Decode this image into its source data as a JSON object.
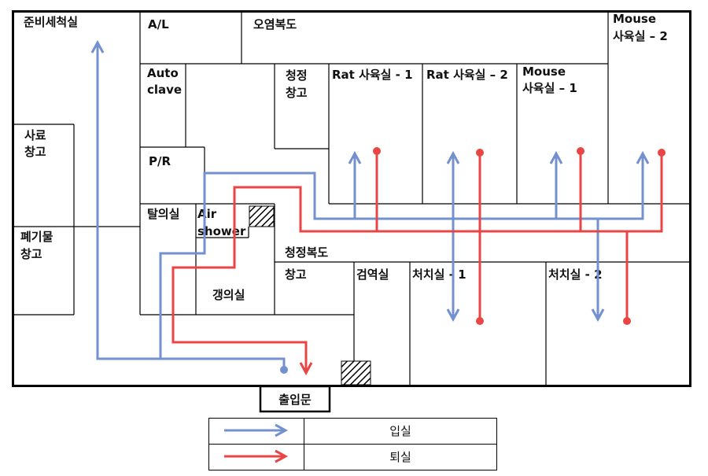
{
  "rooms": {
    "prep_wash": "준비세척실",
    "al": "A/L",
    "contam_corridor": "오염복도",
    "mouse2_l1": "Mouse",
    "mouse2_l2": "사육실 – 2",
    "autoclave_l1": "Auto",
    "autoclave_l2": "clave",
    "clean_storage_l1": "청정",
    "clean_storage_l2": "창고",
    "rat1": "Rat 사육실 - 1",
    "rat2": "Rat 사육실 – 2",
    "mouse1_l1": "Mouse",
    "mouse1_l2": "사육실 – 1",
    "feed_storage_l1": "사료",
    "feed_storage_l2": "창고",
    "pr": "P/R",
    "undress": "탈의실",
    "air_shower_l1": "Air",
    "air_shower_l2": "shower",
    "waste_l1": "폐기물",
    "waste_l2": "창고",
    "clean_corridor": "청정복도",
    "storage": "창고",
    "quarantine": "검역실",
    "treat1": "처치실 - 1",
    "treat2": "처치실 - 2",
    "dress": "갱의실",
    "entrance": "출입문"
  },
  "legend": {
    "entry": "입실",
    "exit": "퇴실"
  },
  "colors": {
    "entry": "#7391cf",
    "exit": "#ea4545"
  }
}
